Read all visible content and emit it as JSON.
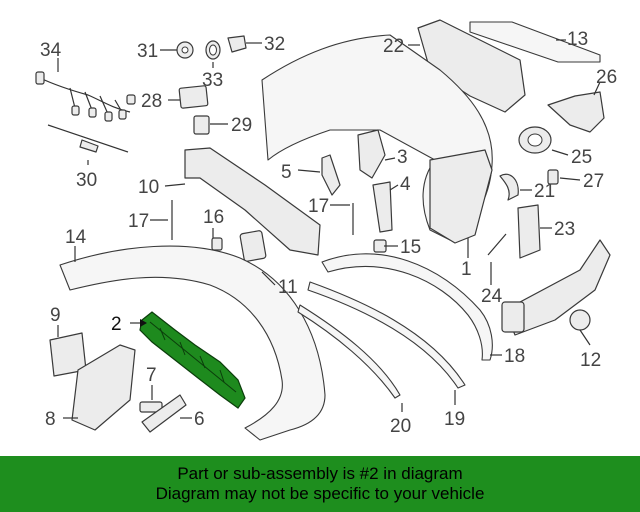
{
  "diagram": {
    "callouts": {
      "c1": "1",
      "c2": "2",
      "c3": "3",
      "c4": "4",
      "c5": "5",
      "c6": "6",
      "c7": "7",
      "c8": "8",
      "c9": "9",
      "c10": "10",
      "c11": "11",
      "c12": "12",
      "c13": "13",
      "c14": "14",
      "c15": "15",
      "c16": "16",
      "c17a": "17",
      "c17b": "17",
      "c18": "18",
      "c19": "19",
      "c20": "20",
      "c21": "21",
      "c22": "22",
      "c23": "23",
      "c24": "24",
      "c25": "25",
      "c26": "26",
      "c27": "27",
      "c28": "28",
      "c29": "29",
      "c30": "30",
      "c31": "31",
      "c32": "32",
      "c33": "33",
      "c34": "34"
    },
    "highlight_color": "#1e8a1e"
  },
  "footer": {
    "line1": "Part or sub-assembly is #2 in diagram",
    "line2": "Diagram may not be specific to your vehicle",
    "background": "#1e8e1e"
  }
}
